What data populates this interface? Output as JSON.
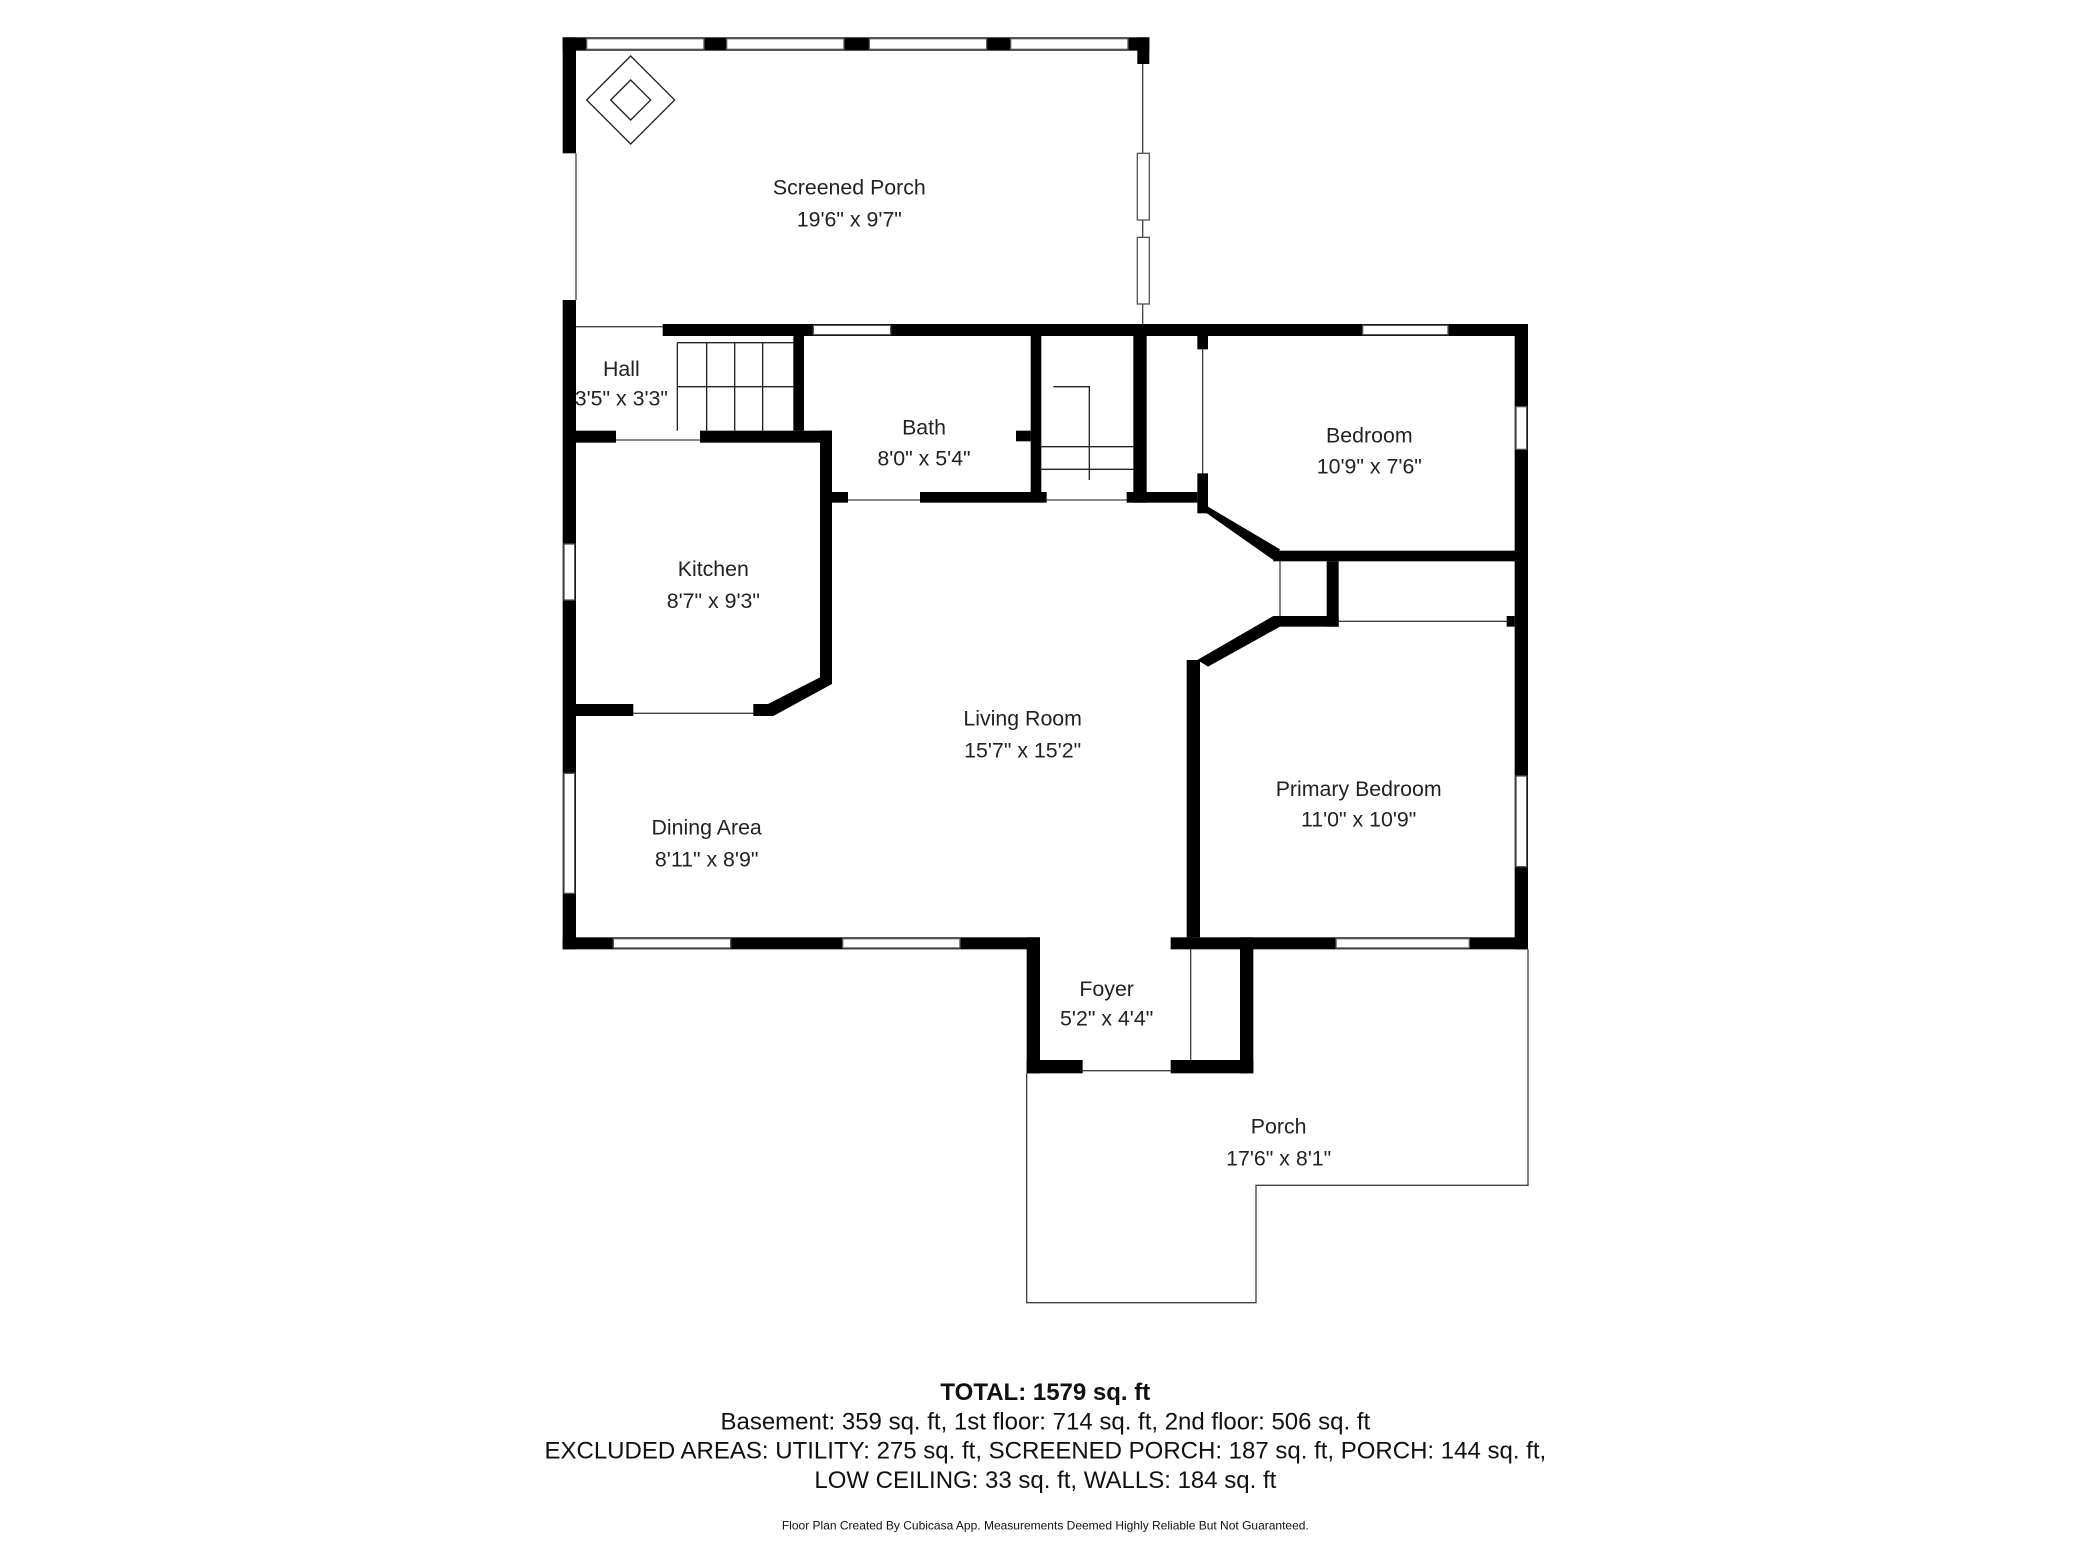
{
  "rooms": [
    {
      "name": "Screened Porch",
      "size": "19'6\" x 9'7\""
    },
    {
      "name": "Hall",
      "size": "3'5\" x 3'3\""
    },
    {
      "name": "Bath",
      "size": "8'0\" x 5'4\""
    },
    {
      "name": "Bedroom",
      "size": "10'9\" x 7'6\""
    },
    {
      "name": "Kitchen",
      "size": "8'7\" x 9'3\""
    },
    {
      "name": "Living Room",
      "size": "15'7\" x 15'2\""
    },
    {
      "name": "Primary Bedroom",
      "size": "11'0\" x 10'9\""
    },
    {
      "name": "Dining Area",
      "size": "8'11\" x 8'9\""
    },
    {
      "name": "Foyer",
      "size": "5'2\" x 4'4\""
    },
    {
      "name": "Porch",
      "size": "17'6\" x 8'1\""
    }
  ],
  "footer": {
    "total": "TOTAL: 1579 sq. ft",
    "floors": "Basement: 359 sq. ft, 1st floor: 714 sq. ft, 2nd floor: 506 sq. ft",
    "excluded_1": "EXCLUDED AREAS: UTILITY: 275 sq. ft, SCREENED PORCH: 187 sq. ft, PORCH: 144 sq. ft,",
    "excluded_2": "LOW CEILING: 33 sq. ft, WALLS: 184 sq. ft",
    "disclaimer": "Floor Plan Created By Cubicasa App. Measurements Deemed Highly Reliable But Not Guaranteed."
  }
}
